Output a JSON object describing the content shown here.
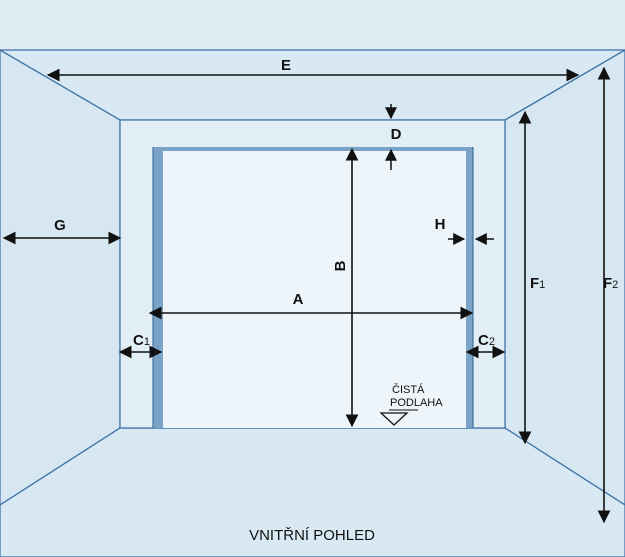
{
  "labels": {
    "A": "A",
    "B": "B",
    "C1": "C",
    "C1_sub": "1",
    "C2": "C",
    "C2_sub": "2",
    "D": "D",
    "E": "E",
    "F1": "F",
    "F1_sub": "1",
    "F2": "F",
    "F2_sub": "2",
    "G": "G",
    "H": "H"
  },
  "floor_note": {
    "line1": "ČISTÁ",
    "line2": "PODLAHA"
  },
  "caption": "VNITŘNÍ POHLED",
  "colors": {
    "room_fill": "#dfecf4",
    "wall_fill": "#d6e7f1",
    "opening_fill": "#e8f2f8",
    "edge_blue": "#3a6ea5",
    "frame_shadow": "#7aa3c7",
    "line_dark": "#111111"
  }
}
